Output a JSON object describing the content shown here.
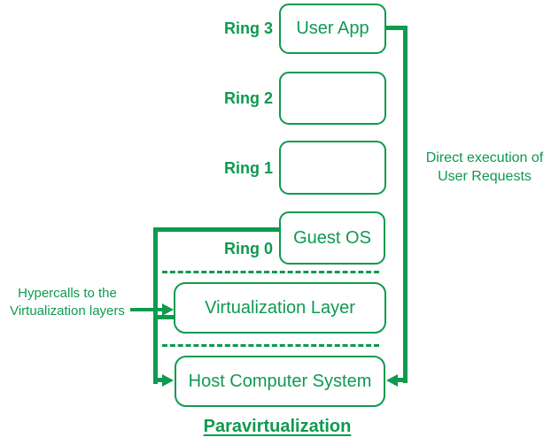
{
  "title": "Paravirtualization",
  "colors": {
    "green": "#0e9a4f",
    "background": "#ffffff"
  },
  "rings": [
    {
      "label": "Ring 3",
      "box_label": "User App"
    },
    {
      "label": "Ring 2",
      "box_label": ""
    },
    {
      "label": "Ring 1",
      "box_label": ""
    },
    {
      "label": "Ring 0",
      "box_label": "Guest OS"
    }
  ],
  "layers": [
    {
      "box_label": "Virtualization Layer"
    },
    {
      "box_label": "Host Computer System"
    }
  ],
  "annotations": {
    "direct_execution": {
      "line1": "Direct execution of",
      "line2": "User Requests"
    },
    "hypercalls": {
      "line1": "Hypercalls to the",
      "line2": "Virtualization layers"
    }
  }
}
